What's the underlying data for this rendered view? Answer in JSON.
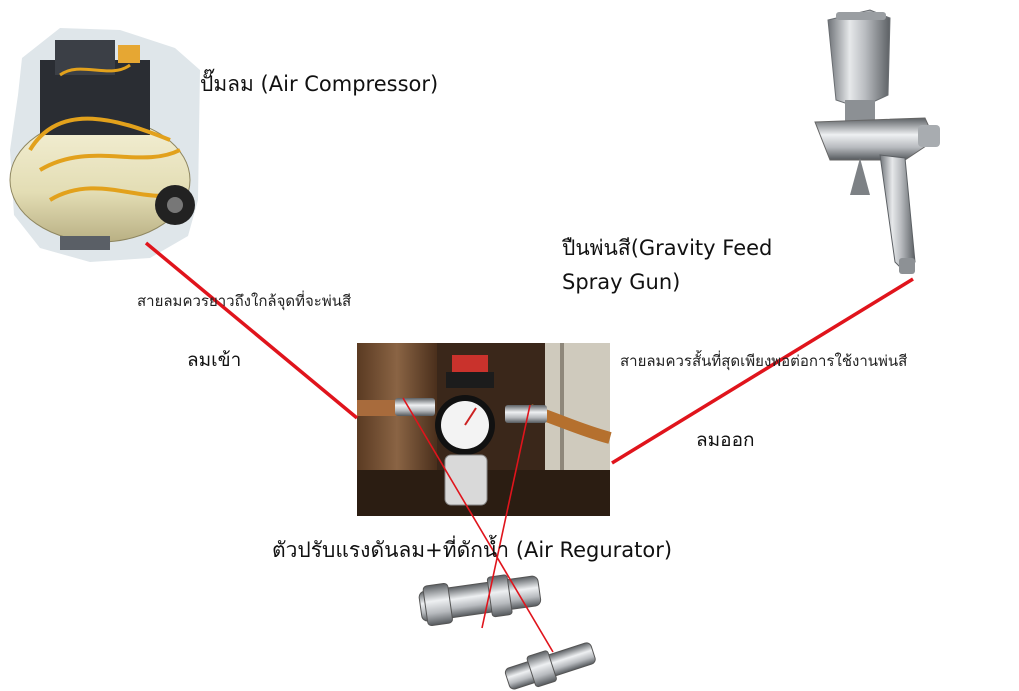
{
  "labels": {
    "compressor": "ปั๊มลม (Air Compressor)",
    "spray_gun_line1": "ปืนพ่นสี(Gravity Feed",
    "spray_gun_line2": "Spray Gun)",
    "hose_in_note": "สายลมควรยาวถึงใกล้จุดที่จะพ่นสี",
    "air_in": "ลมเข้า",
    "hose_out_note": "สายลมควรสั้นที่สุดเพียงพอต่อการใช้งานพ่นสี",
    "air_out": "ลมออก",
    "regulator": "ตัวปรับแรงดันลม+ที่ดักน้ำ (Air Regurator)"
  },
  "colors": {
    "hose_line": "#e0141c",
    "text": "#111111"
  },
  "icons": {
    "compressor": "air-compressor-icon",
    "spray_gun": "spray-gun-icon",
    "regulator": "air-regulator-icon",
    "couplers": "quick-coupler-icon"
  }
}
